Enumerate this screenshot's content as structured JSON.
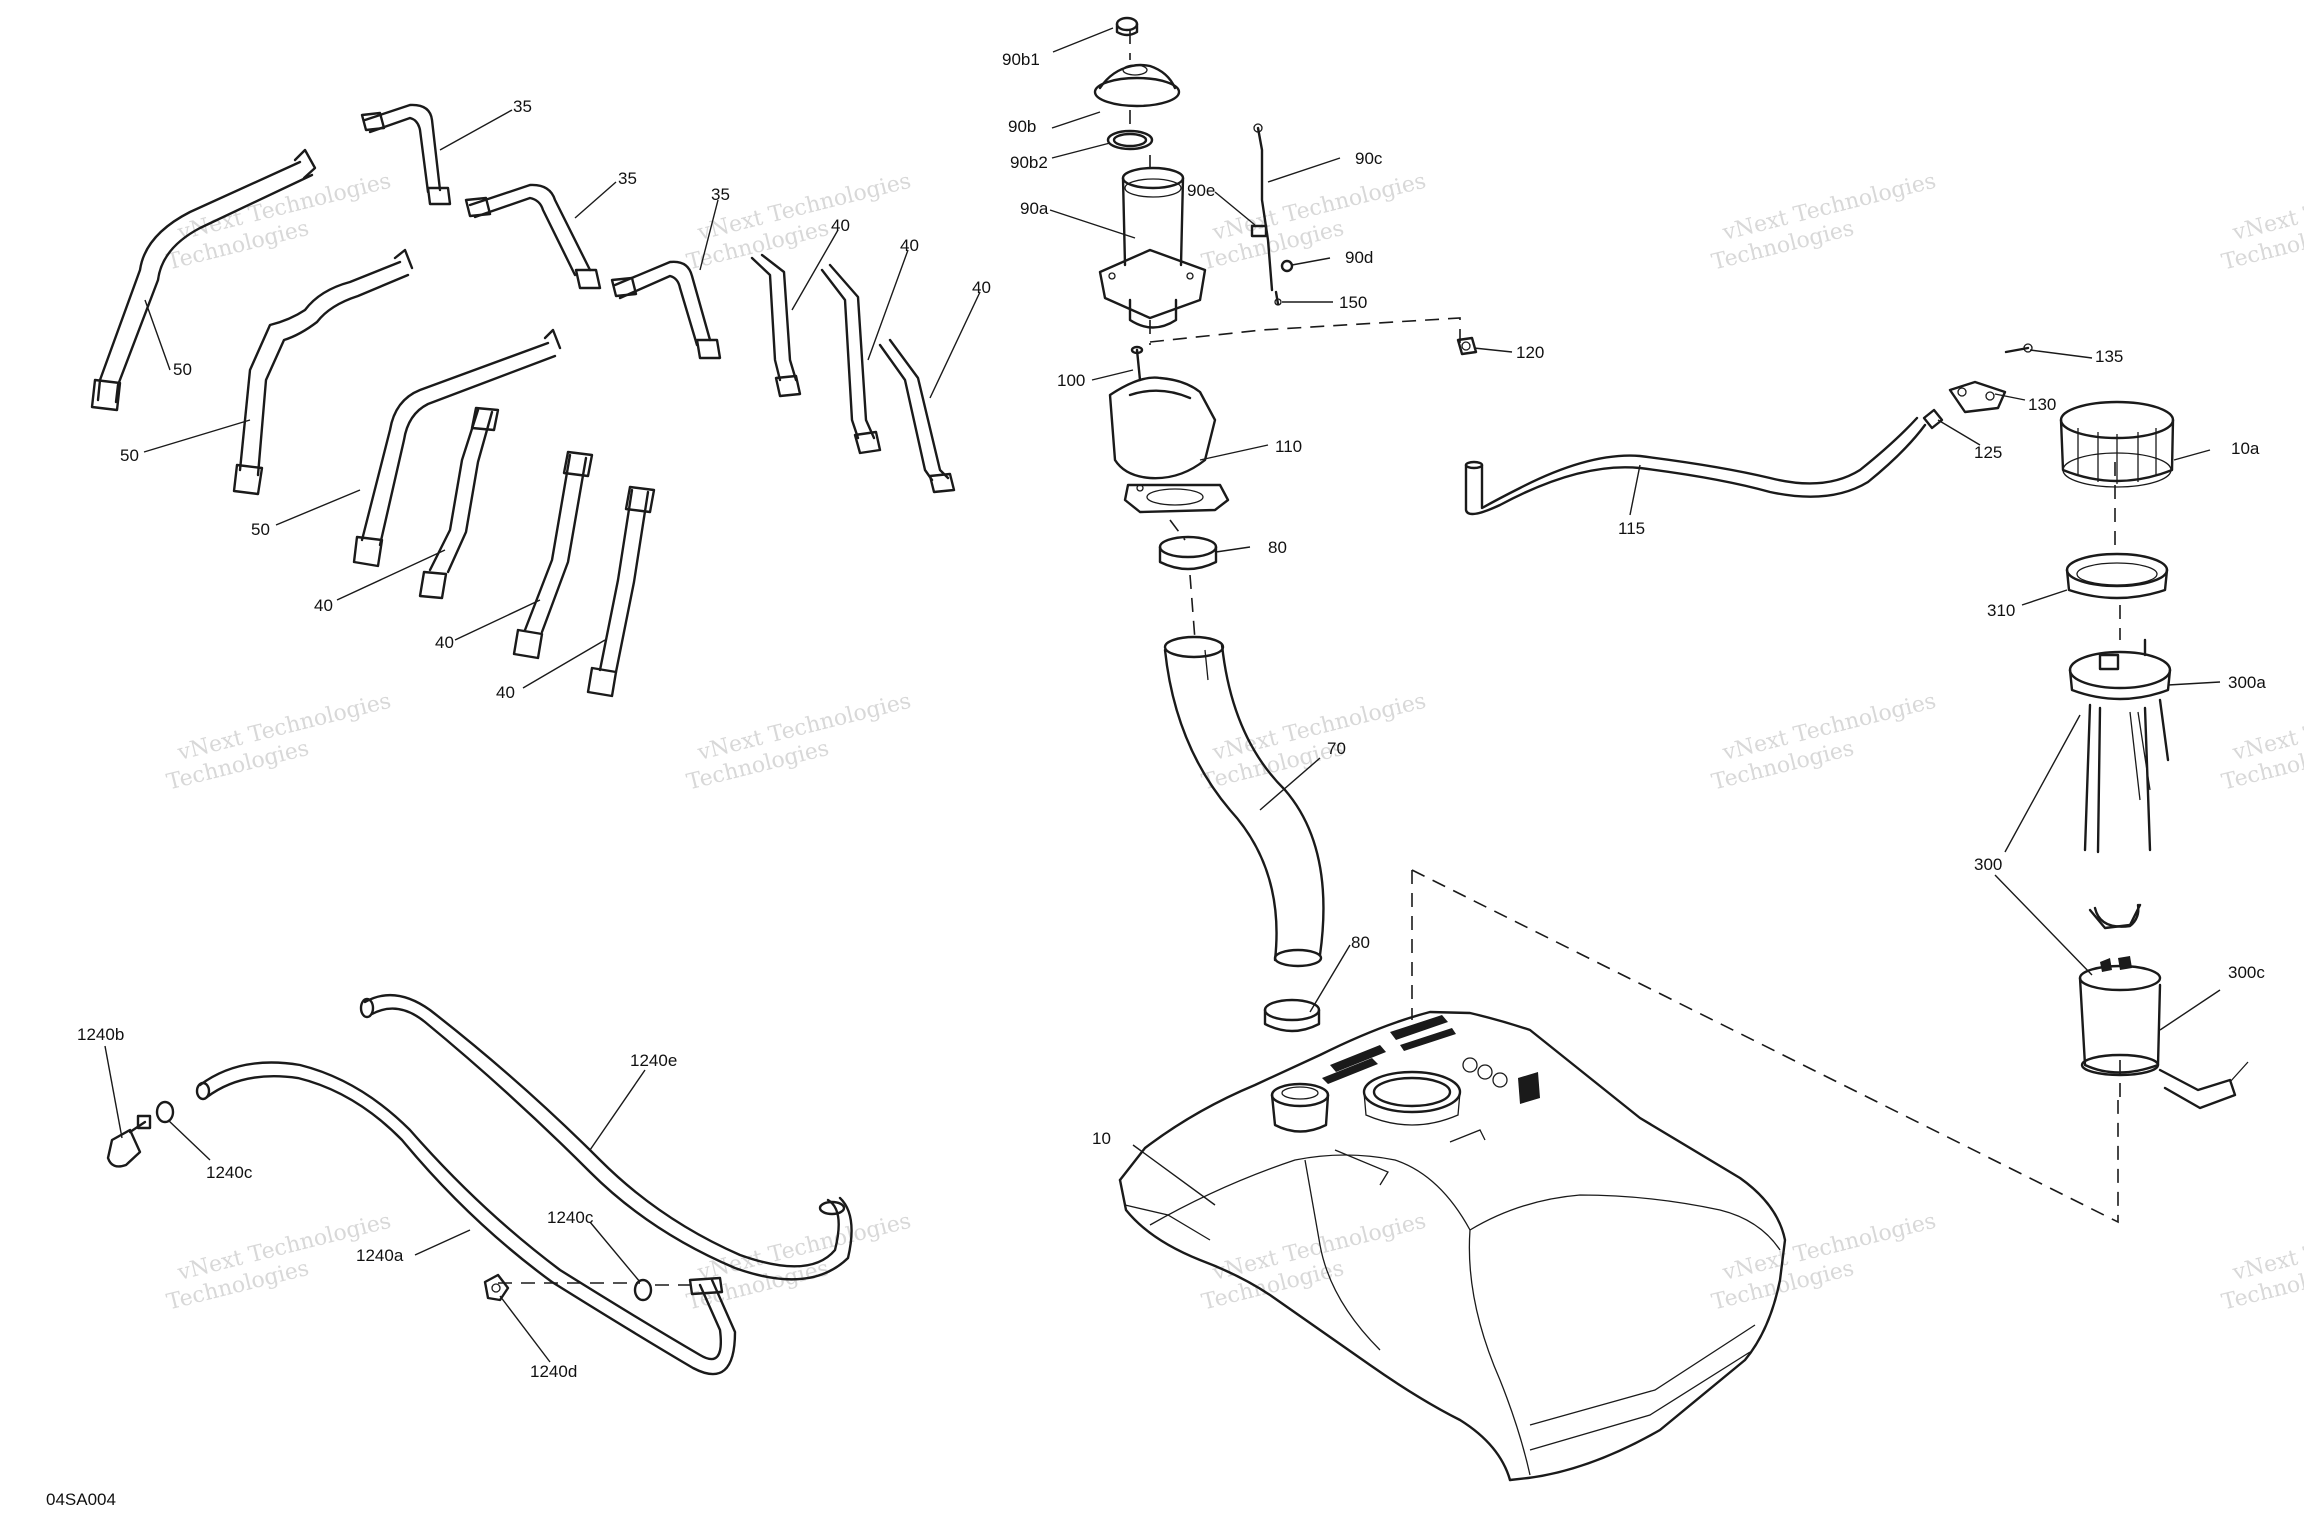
{
  "diagram_code": "04SA004",
  "watermark": {
    "line1": "vNext Technologies",
    "line2": "Technologies"
  },
  "callouts": [
    {
      "id": "c-35a",
      "text": "35"
    },
    {
      "id": "c-35b",
      "text": "35"
    },
    {
      "id": "c-35c",
      "text": "35"
    },
    {
      "id": "c-40a",
      "text": "40"
    },
    {
      "id": "c-40b",
      "text": "40"
    },
    {
      "id": "c-40c",
      "text": "40"
    },
    {
      "id": "c-40d",
      "text": "40"
    },
    {
      "id": "c-40e",
      "text": "40"
    },
    {
      "id": "c-40f",
      "text": "40"
    },
    {
      "id": "c-50a",
      "text": "50"
    },
    {
      "id": "c-50b",
      "text": "50"
    },
    {
      "id": "c-50c",
      "text": "50"
    },
    {
      "id": "c-90b1",
      "text": "90b1"
    },
    {
      "id": "c-90b",
      "text": "90b"
    },
    {
      "id": "c-90b2",
      "text": "90b2"
    },
    {
      "id": "c-90c",
      "text": "90c"
    },
    {
      "id": "c-90e",
      "text": "90e"
    },
    {
      "id": "c-90a",
      "text": "90a"
    },
    {
      "id": "c-90d",
      "text": "90d"
    },
    {
      "id": "c-150",
      "text": "150"
    },
    {
      "id": "c-120",
      "text": "120"
    },
    {
      "id": "c-100",
      "text": "100"
    },
    {
      "id": "c-110",
      "text": "110"
    },
    {
      "id": "c-80a",
      "text": "80"
    },
    {
      "id": "c-80b",
      "text": "80"
    },
    {
      "id": "c-70",
      "text": "70"
    },
    {
      "id": "c-10",
      "text": "10"
    },
    {
      "id": "c-115",
      "text": "115"
    },
    {
      "id": "c-125",
      "text": "125"
    },
    {
      "id": "c-130",
      "text": "130"
    },
    {
      "id": "c-135",
      "text": "135"
    },
    {
      "id": "c-10a",
      "text": "10a"
    },
    {
      "id": "c-310",
      "text": "310"
    },
    {
      "id": "c-300a",
      "text": "300a"
    },
    {
      "id": "c-300",
      "text": "300"
    },
    {
      "id": "c-300c",
      "text": "300c"
    },
    {
      "id": "c-1240b",
      "text": "1240b"
    },
    {
      "id": "c-1240c-a",
      "text": "1240c"
    },
    {
      "id": "c-1240e",
      "text": "1240e"
    },
    {
      "id": "c-1240a",
      "text": "1240a"
    },
    {
      "id": "c-1240c-b",
      "text": "1240c"
    },
    {
      "id": "c-1240d",
      "text": "1240d"
    }
  ]
}
